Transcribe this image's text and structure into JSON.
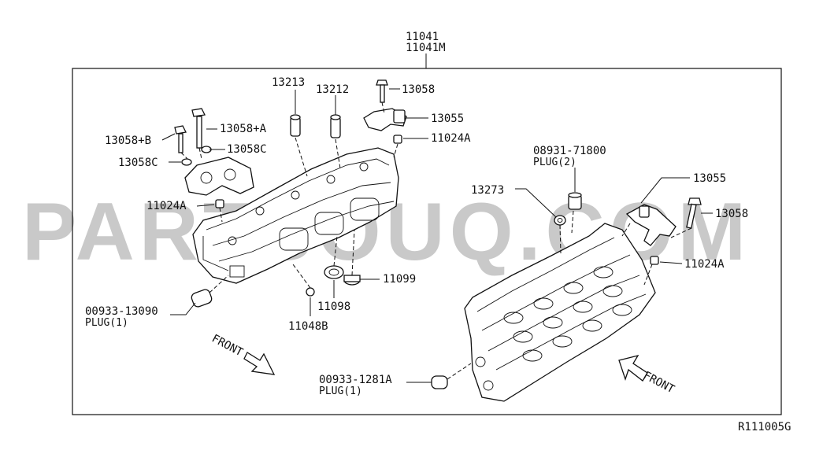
{
  "assembly": {
    "main": "11041",
    "alt": "11041M"
  },
  "watermark": "PARTSOUQ.COM",
  "diagram_code": "R111005G",
  "direction_label": "FRONT",
  "parts": {
    "left": {
      "p13213": "13213",
      "p13212": "13212",
      "p13058_top": "13058",
      "p13055_top": "13055",
      "p11024a_top": "11024A",
      "p13058a": "13058+A",
      "p13058b": "13058+B",
      "p13058c_1": "13058C",
      "p13058c_2": "13058C",
      "p11024a_left": "11024A",
      "p11099": "11099",
      "p11098": "11098",
      "p11048b": "11048B",
      "plug_code": "00933-13090",
      "plug_label": "PLUG(1)"
    },
    "right": {
      "p08931_code": "08931-71800",
      "p08931_label": "PLUG(2)",
      "p13273": "13273",
      "p13055": "13055",
      "p13058": "13058",
      "p11024a": "11024A",
      "plug_code": "00933-1281A",
      "plug_label": "PLUG(1)"
    }
  }
}
